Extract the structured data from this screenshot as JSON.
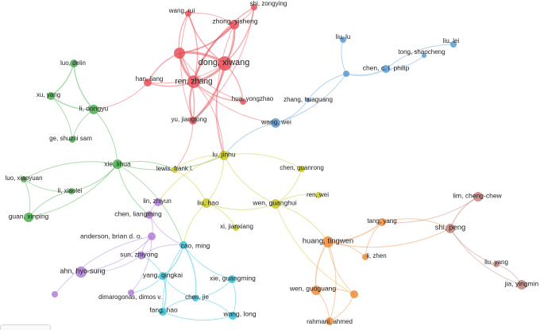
{
  "network": {
    "colors": {
      "red": "#e8525a",
      "blue": "#5b9bd5",
      "green": "#4caf50",
      "yellow": "#c9c81e",
      "purple": "#b07fd6",
      "cyan": "#35c3d8",
      "orange": "#ef8d3c",
      "brown": "#c4827a"
    },
    "nodes": [
      {
        "id": "wang_rui",
        "label": "wang, rui",
        "cluster": "red"
      },
      {
        "id": "shi_zongying",
        "label": "shi, zongying",
        "cluster": "red"
      },
      {
        "id": "zhong_yisheng",
        "label": "zhong, yisheng",
        "cluster": "red"
      },
      {
        "id": "dong_xiwang",
        "label": "dong, xiwang",
        "cluster": "red"
      },
      {
        "id": "ren_zhang",
        "label": "ren, zhang",
        "cluster": "red"
      },
      {
        "id": "han_liang",
        "label": "han, liang",
        "cluster": "red"
      },
      {
        "id": "hua_yongzhao",
        "label": "hua, yongzhao",
        "cluster": "red"
      },
      {
        "id": "yu_jianglong",
        "label": "yu, jianglong",
        "cluster": "red"
      },
      {
        "id": "red_anon",
        "label": "",
        "cluster": "red"
      },
      {
        "id": "liu_lu",
        "label": "liu, lu",
        "cluster": "blue"
      },
      {
        "id": "liu_lei",
        "label": "liu, lei",
        "cluster": "blue"
      },
      {
        "id": "tong_shaocheng",
        "label": "tong, shaocheng",
        "cluster": "blue"
      },
      {
        "id": "chen_c_l_philip",
        "label": "chen, c. l. philip",
        "cluster": "blue"
      },
      {
        "id": "blue_anon",
        "label": "",
        "cluster": "blue"
      },
      {
        "id": "zhang_huaguang",
        "label": "zhang, huaguang",
        "cluster": "blue"
      },
      {
        "id": "wang_wei",
        "label": "wang, wei",
        "cluster": "blue"
      },
      {
        "id": "luo_delin",
        "label": "luo, delin",
        "cluster": "green"
      },
      {
        "id": "xu_yang",
        "label": "xu, yang",
        "cluster": "green"
      },
      {
        "id": "li_dongyu",
        "label": "li, dongyu",
        "cluster": "green"
      },
      {
        "id": "ge_shuzhi_sam",
        "label": "ge, shuzhi sam",
        "cluster": "green"
      },
      {
        "id": "xie_lihua",
        "label": "xie, lihua",
        "cluster": "green"
      },
      {
        "id": "luo_xiaoyuan",
        "label": "luo, xiaoyuan",
        "cluster": "green"
      },
      {
        "id": "li_xiaolei",
        "label": "li, xiaolei",
        "cluster": "green"
      },
      {
        "id": "guan_xinping",
        "label": "guan, xinping",
        "cluster": "green"
      },
      {
        "id": "lu_jinhu",
        "label": "lu, jinhu",
        "cluster": "yellow"
      },
      {
        "id": "lewis_frank_l",
        "label": "lewis, frank l.",
        "cluster": "yellow"
      },
      {
        "id": "liu_hao",
        "label": "liu, hao",
        "cluster": "yellow"
      },
      {
        "id": "wen_guanghui",
        "label": "wen, guanghui",
        "cluster": "yellow"
      },
      {
        "id": "chen_guanrong",
        "label": "chen, guanrong",
        "cluster": "yellow"
      },
      {
        "id": "ren_wei",
        "label": "ren, wei",
        "cluster": "yellow"
      },
      {
        "id": "xi_jianxiang",
        "label": "xi, jianxiang",
        "cluster": "yellow"
      },
      {
        "id": "lin_zhiyun",
        "label": "lin, zhiyun",
        "cluster": "purple"
      },
      {
        "id": "chen_liangming",
        "label": "chen, liangming",
        "cluster": "purple"
      },
      {
        "id": "anderson_brian_d_o",
        "label": "anderson, brian d. o.",
        "cluster": "purple"
      },
      {
        "id": "sun_zhiyong",
        "label": "sun, zhiyong",
        "cluster": "purple"
      },
      {
        "id": "ahn_hyo_sung",
        "label": "ahn, hyo-sung",
        "cluster": "purple"
      },
      {
        "id": "dimarogonas_dimos_v",
        "label": "dimarogonas, dimos v.",
        "cluster": "purple"
      },
      {
        "id": "purple_anon",
        "label": "",
        "cluster": "purple"
      },
      {
        "id": "cao_ming",
        "label": "cao, ming",
        "cluster": "cyan"
      },
      {
        "id": "yang_qingkai",
        "label": "yang, qingkai",
        "cluster": "cyan"
      },
      {
        "id": "xie_guangming",
        "label": "xie, guangming",
        "cluster": "cyan"
      },
      {
        "id": "chen_jie",
        "label": "chen, jie",
        "cluster": "cyan"
      },
      {
        "id": "fang_hao",
        "label": "fang, hao",
        "cluster": "cyan"
      },
      {
        "id": "wang_long",
        "label": "wang, long",
        "cluster": "cyan"
      },
      {
        "id": "huang_tingwen",
        "label": "huang, tingwen",
        "cluster": "orange"
      },
      {
        "id": "tang_yang",
        "label": "tang, yang",
        "cluster": "orange"
      },
      {
        "id": "li_zhen",
        "label": "li, zhen",
        "cluster": "orange"
      },
      {
        "id": "wen_guoguang",
        "label": "wen, guoguang",
        "cluster": "orange"
      },
      {
        "id": "rahmani_ahmed",
        "label": "rahmani, ahmed",
        "cluster": "orange"
      },
      {
        "id": "orange_anon",
        "label": "",
        "cluster": "orange"
      },
      {
        "id": "lim_cheng_chew",
        "label": "lim, cheng-chew",
        "cluster": "brown"
      },
      {
        "id": "shi_peng",
        "label": "shi, peng",
        "cluster": "brown"
      },
      {
        "id": "liu_yang",
        "label": "liu, yang",
        "cluster": "brown"
      },
      {
        "id": "jia_yingmin",
        "label": "jia, yingmin",
        "cluster": "brown"
      }
    ]
  }
}
